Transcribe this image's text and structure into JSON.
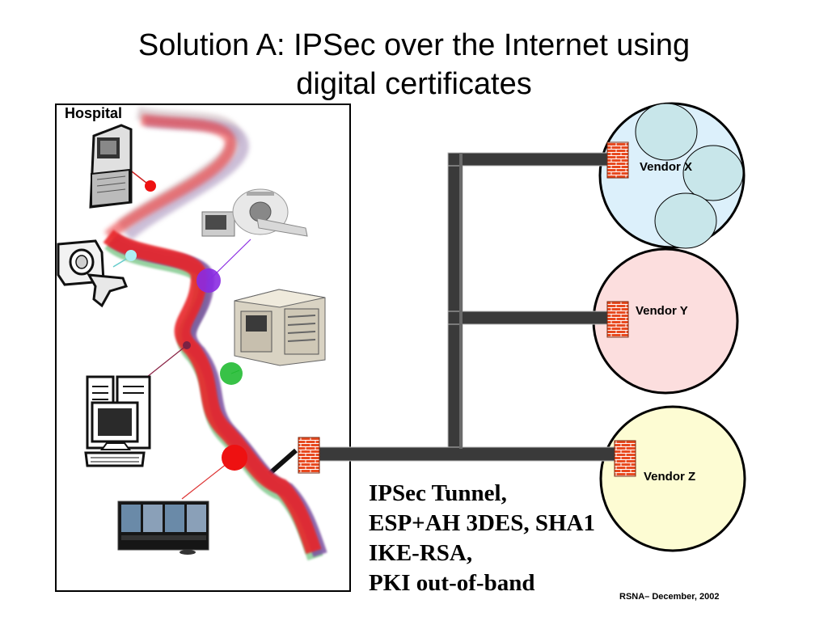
{
  "slide": {
    "title_line1": "Solution A: IPSec  over the  Internet using",
    "title_line2": "digital certificates",
    "footer": "RSNA– December, 2002"
  },
  "hospital": {
    "label": "Hospital",
    "devices": [
      "kiosk-terminal-icon",
      "ct-scanner-icon",
      "mri-scanner-icon",
      "storage-server-icon",
      "workstation-icon",
      "radiology-monitors-icon"
    ]
  },
  "vendors": [
    {
      "label": "Vendor X",
      "color": "#dcf0fb"
    },
    {
      "label": "Vendor Y",
      "color": "#fcdede"
    },
    {
      "label": "Vendor Z",
      "color": "#fdfcd3"
    }
  ],
  "tunnel_notes": [
    "IPSec Tunnel,",
    "ESP+AH 3DES, SHA1",
    "IKE-RSA,",
    "PKI out-of-band"
  ],
  "colors": {
    "pipe": "#3a3a3a",
    "firewall": "#e8401c",
    "ribbon_red": "#e8282a",
    "ribbon_purple": "#7a4fa0",
    "ribbon_green": "#6cc07a",
    "node_purple": "#8a2be2",
    "node_green": "#22bb33",
    "node_red": "#ee1111",
    "node_cyan": "#aef0f5"
  }
}
